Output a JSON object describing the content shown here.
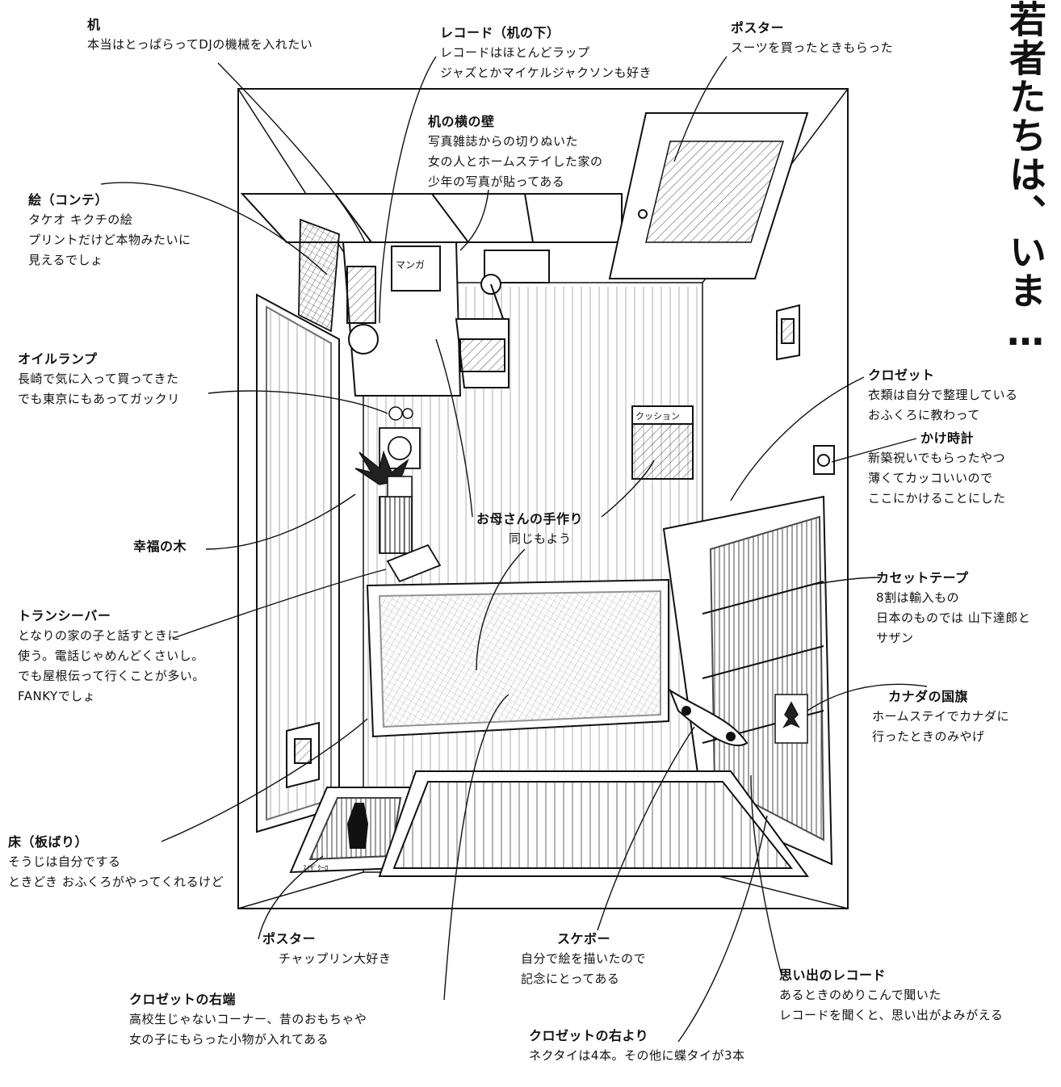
{
  "side_title": "若者たちは、いま…",
  "in_drawing": {
    "manga": "マンガ",
    "cushion": "クッション",
    "poster_text": "ｽｲｻﾞｸｰﾛ"
  },
  "annotations": [
    {
      "id": "desk",
      "title": "机",
      "lines": [
        "本当はとっぱらってDJの機械を入れたい"
      ]
    },
    {
      "id": "records-under-desk",
      "title": "レコード（机の下）",
      "lines": [
        "レコードはほとんどラップ",
        "ジャズとかマイケルジャクソンも好き"
      ]
    },
    {
      "id": "poster-suit",
      "title": "ポスター",
      "lines": [
        "スーツを買ったときもらった"
      ]
    },
    {
      "id": "desk-side-wall",
      "title": "机の横の壁",
      "lines": [
        "写真雑誌からの切りぬいた",
        "女の人とホームステイした家の",
        "少年の写真が貼ってある"
      ]
    },
    {
      "id": "painting",
      "title": "絵（コンテ）",
      "lines": [
        "タケオ キクチの絵",
        "プリントだけど本物みたいに",
        "見えるでしょ"
      ]
    },
    {
      "id": "oil-lamp",
      "title": "オイルランプ",
      "lines": [
        "長崎で気に入って買ってきた",
        "でも東京にもあってガックリ"
      ]
    },
    {
      "id": "closet",
      "title": "クロゼット",
      "lines": [
        "衣類は自分で整理している",
        "おふくろに教わって"
      ]
    },
    {
      "id": "wall-clock",
      "title": "かけ時計",
      "lines": [
        "新築祝いでもらったやつ",
        "薄くてカッコいいので",
        "ここにかけることにした"
      ]
    },
    {
      "id": "happiness-tree",
      "title": "幸福の木",
      "lines": []
    },
    {
      "id": "handmade",
      "title": "お母さんの手作り",
      "lines": [
        "同じもよう"
      ]
    },
    {
      "id": "cassette-tapes",
      "title": "カセットテープ",
      "lines": [
        "8割は輸入もの",
        "日本のものでは 山下達郎と",
        "サザン"
      ]
    },
    {
      "id": "transceiver",
      "title": "トランシーバー",
      "lines": [
        "となりの家の子と話すときに",
        "使う。電話じゃめんどくさいし。",
        "でも屋根伝って行くことが多い。",
        "FANKYでしょ"
      ]
    },
    {
      "id": "canada-flag",
      "title": "カナダの国旗",
      "lines": [
        "ホームステイでカナダに",
        "行ったときのみやげ"
      ]
    },
    {
      "id": "floor",
      "title": "床（板ばり）",
      "lines": [
        "そうじは自分でする",
        "ときどき おふくろがやってくれるけど"
      ]
    },
    {
      "id": "poster-chaplin",
      "title": "ポスター",
      "lines": [
        "チャップリン大好き"
      ]
    },
    {
      "id": "skateboard",
      "title": "スケボー",
      "lines": [
        "自分で絵を描いたので",
        "記念にとってある"
      ]
    },
    {
      "id": "memory-record",
      "title": "思い出のレコード",
      "lines": [
        "あるときのめりこんで聞いた",
        "レコードを聞くと、思い出がよみがえる"
      ]
    },
    {
      "id": "closet-right-end",
      "title": "クロゼットの右端",
      "lines": [
        "高校生じゃないコーナー、昔のおもちゃや",
        "女の子にもらった小物が入れてある"
      ]
    },
    {
      "id": "closet-right-side",
      "title": "クロゼットの右より",
      "lines": [
        "ネクタイは4本。その他に蝶タイが3本"
      ]
    }
  ]
}
